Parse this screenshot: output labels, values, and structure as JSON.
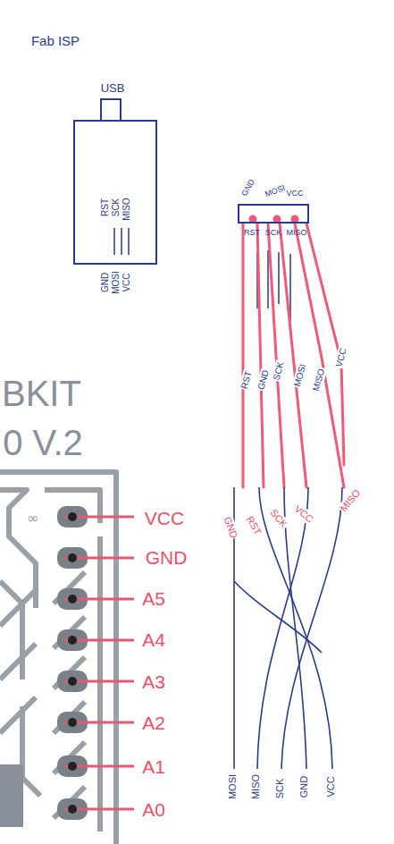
{
  "diagram": {
    "title": "Fab ISP",
    "nodes": [
      {
        "text": [
          "USB"
        ]
      },
      {
        "text": [
          "RST",
          "SCK",
          "MISO",
          "GND",
          "MOSI",
          "VCC"
        ]
      },
      {
        "text": [
          "GND",
          "MOSI",
          "VCC",
          "RST",
          "SCK",
          "MISO"
        ]
      }
    ],
    "labels": [
      "BKIT",
      "0 V.2",
      "VCC",
      "GND",
      "A5",
      "A4",
      "A3",
      "A2",
      "A1",
      "A0",
      "RST",
      "GND",
      "SCK",
      "MOSI",
      "MISO",
      "VCC",
      "GND",
      "RST",
      "SCK",
      "VCC",
      "MISO",
      "MOSI",
      "MISO",
      "SCK",
      "GND",
      "VCC"
    ]
  }
}
